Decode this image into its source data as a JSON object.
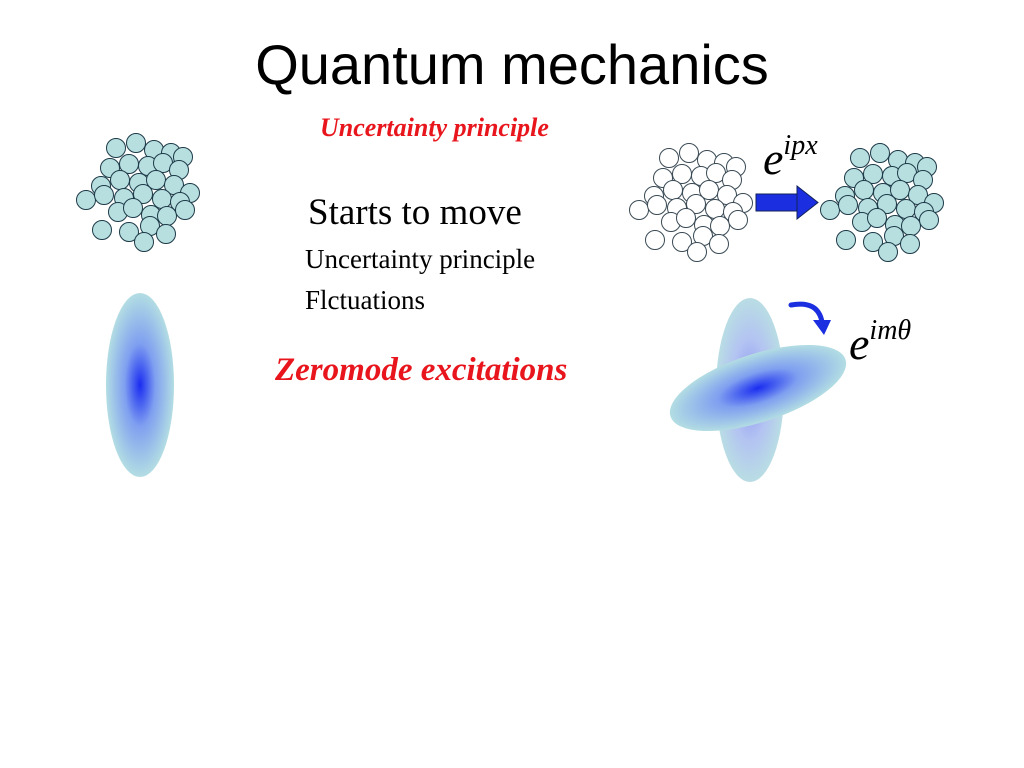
{
  "slide": {
    "title": "Quantum mechanics",
    "uncertainty_heading": "Uncertainty principle",
    "starts_to_move": "Starts to move",
    "list_items": [
      "Uncertainty principle",
      "Flctuations"
    ],
    "zeromode": "Zeromode excitations",
    "momentum_factor": {
      "base": "e",
      "exponent": "ipx"
    },
    "rotation_factor": {
      "base": "e",
      "exponent": "imθ"
    }
  },
  "colors": {
    "accent_red": "#e8151c",
    "particle_fill": "#b8dfe0",
    "particle_stroke": "#1d3a48",
    "arrow_blue": "#1c2fe0",
    "ellipse_core": "#1a2cf0",
    "ellipse_edge": "#b3dde3"
  },
  "icons": [
    "particle-cluster",
    "translation-arrow-icon",
    "rotation-arrow-icon",
    "wavepacket-ellipse"
  ]
}
